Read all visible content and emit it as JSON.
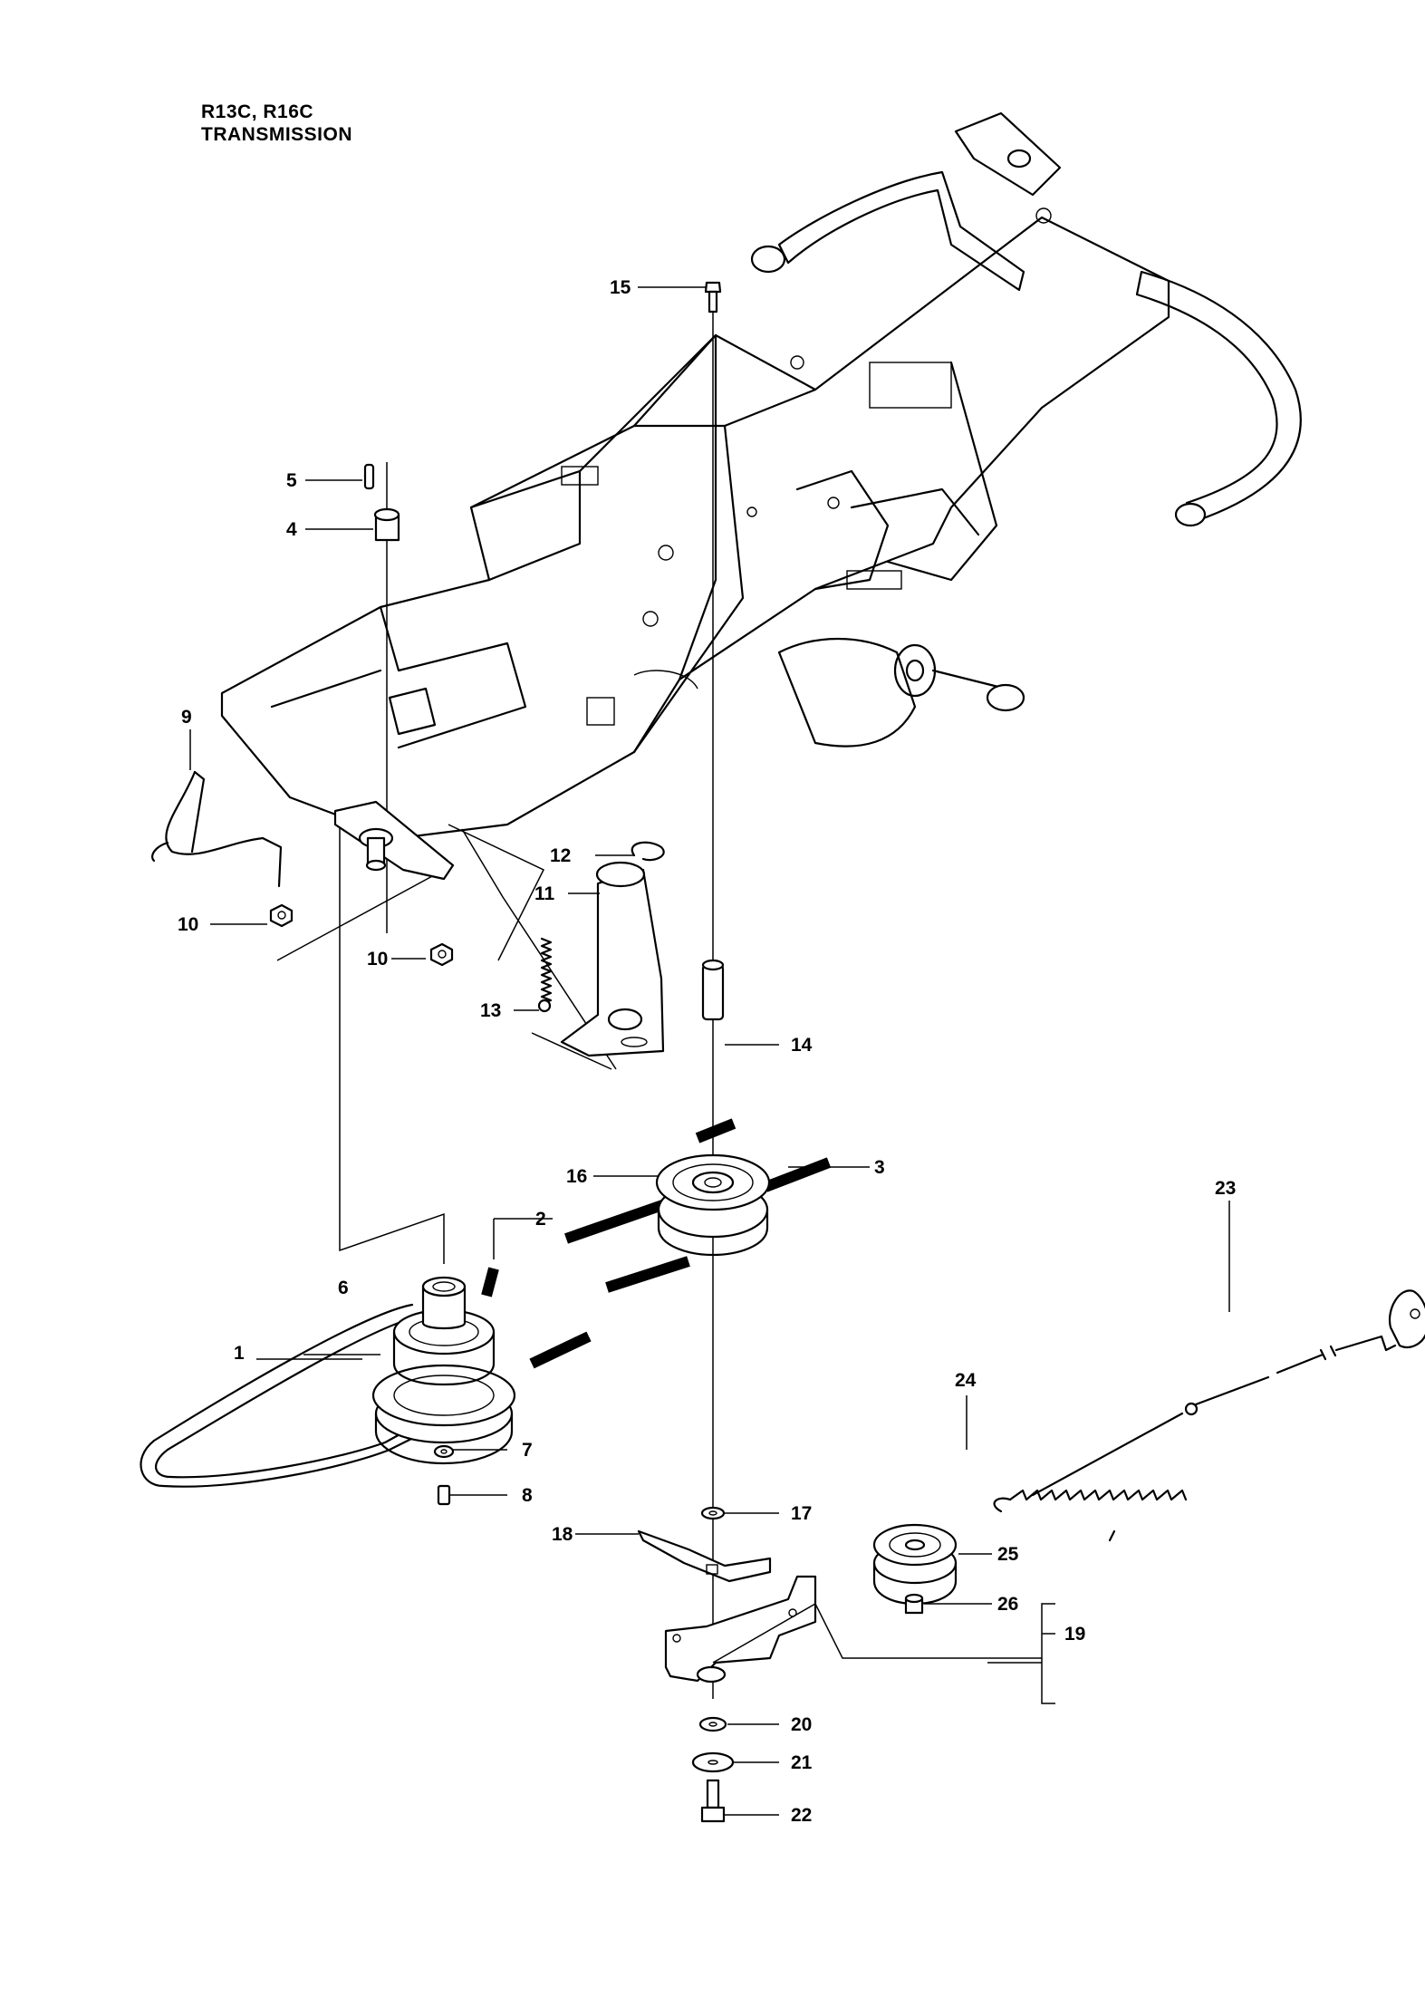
{
  "header": {
    "models": "R13C, R16C",
    "section": "TRANSMISSION"
  },
  "callouts": {
    "c1": "1",
    "c2": "2",
    "c3": "3",
    "c4": "4",
    "c5": "5",
    "c6": "6",
    "c7": "7",
    "c8": "8",
    "c9": "9",
    "c10a": "10",
    "c10b": "10",
    "c11": "11",
    "c12": "12",
    "c13": "13",
    "c14": "14",
    "c15": "15",
    "c16": "16",
    "c17": "17",
    "c18": "18",
    "c19": "19",
    "c20": "20",
    "c21": "21",
    "c22": "22",
    "c23": "23",
    "c24": "24",
    "c25": "25",
    "c26": "26"
  }
}
